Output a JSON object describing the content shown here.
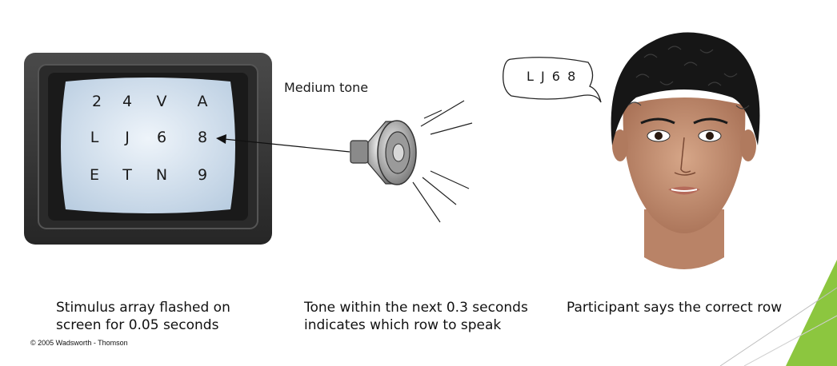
{
  "diagram": {
    "stimulus_grid": [
      [
        "2",
        "4",
        "V",
        "A"
      ],
      [
        "L",
        "J",
        "6",
        "8"
      ],
      [
        "E",
        "T",
        "N",
        "9"
      ]
    ],
    "tone_label": "Medium tone",
    "speech_bubble": "L J 6 8",
    "captions": {
      "stimulus": [
        "Stimulus array flashed on",
        "screen for 0.05 seconds"
      ],
      "tone": [
        "Tone within the next 0.3 seconds",
        "indicates which row to speak"
      ],
      "participant": [
        "Participant says the correct row"
      ]
    },
    "copyright": "© 2005 Wadsworth - Thomson",
    "colors": {
      "tv_body": "#3a3a3a",
      "screen": "#d7e4f0",
      "skin": "#c9977a",
      "hair": "#161616",
      "accent_green": "#8cc63f"
    }
  }
}
